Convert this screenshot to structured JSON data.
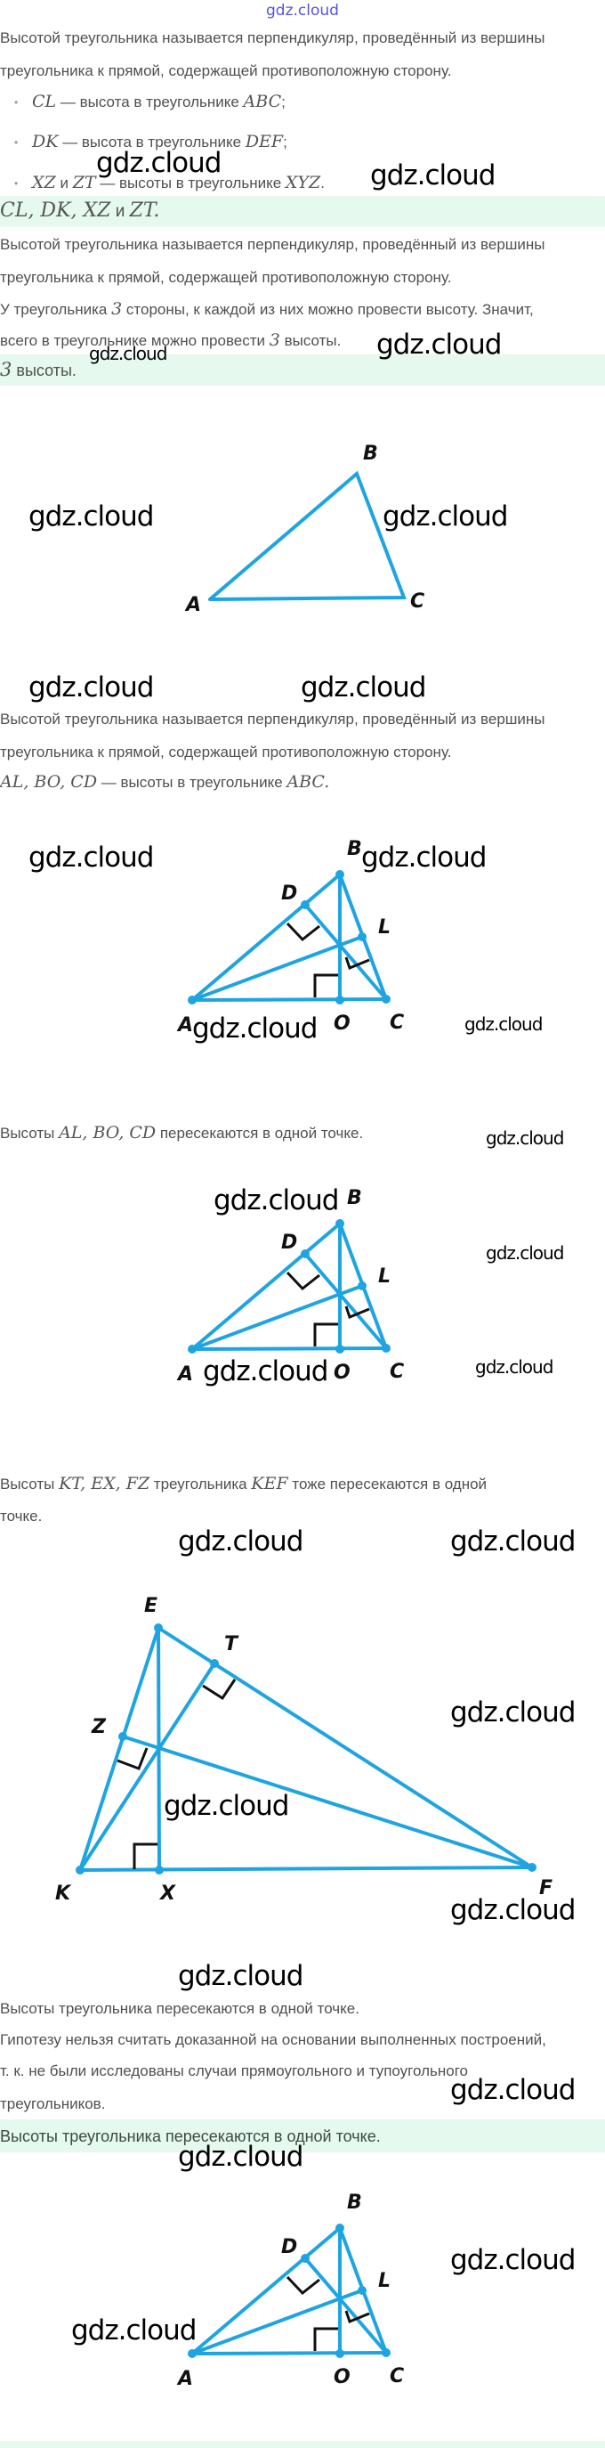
{
  "header": {
    "link": "gdz.cloud"
  },
  "watermark": "gdz.cloud",
  "block1": {
    "line1": "Высотой треугольника называется перпендикуляр, проведённый из вершины",
    "line2": "треугольника к прямой, содержащей противоположную сторону.",
    "bullets": [
      {
        "m1": "CL",
        "t": " — высота в треугольнике ",
        "m2": "ABC",
        "end": ";"
      },
      {
        "m1": "DK",
        "t": " — высота в треугольнике ",
        "m2": "DEF",
        "end": ";"
      },
      {
        "m1": "XZ",
        "t1": " и ",
        "m1b": "ZT",
        "t": " — высоты в треугольнике ",
        "m2": "XYZ",
        "end": "."
      }
    ],
    "answer": {
      "m1": "CL, DK, XZ",
      "t": " и ",
      "m2": "ZT",
      "end": "."
    }
  },
  "block2": {
    "line1": "Высотой треугольника называется перпендикуляр, проведённый из вершины",
    "line2": "треугольника к прямой, содержащей противоположную сторону.",
    "line3a": "У треугольника ",
    "n1": "3",
    "line3b": " стороны, к каждой из них можно провести высоту. Значит,",
    "line4a": "всего в треугольнике можно провести ",
    "n2": "3",
    "line4b": " высоты.",
    "answer": {
      "n": "3",
      "t": " высоты."
    }
  },
  "block3": {
    "line1": "Высотой треугольника называется перпендикуляр, проведённый из вершины",
    "line2": "треугольника к прямой, содержащей противоположную сторону.",
    "line3m": "AL,  BO,  CD",
    "line3t": " — высоты в треугольнике ",
    "line3m2": "ABC",
    "line3end": "."
  },
  "block4": {
    "t1": "Высоты ",
    "m": "AL,  BO,  CD",
    "t2": " пересекаются в одной точке."
  },
  "block5": {
    "t1": "Высоты ",
    "m1": "KT,  EX,  FZ",
    "t2": " треугольника ",
    "m2": "KEF",
    "t3": " тоже пересекаются в одной",
    "line2": "точке."
  },
  "block6": {
    "line1": "Высоты треугольника пересекаются в одной точке.",
    "line2": "Гипотезу нельзя считать доказанной на основании выполненных построений,",
    "line3": "т. к. не были исследованы случаи прямоугольного и тупоугольного",
    "line4": "треугольников.",
    "answer": "Высоты треугольника пересекаются в одной точке."
  },
  "figures": {
    "abc": {
      "A": "A",
      "B": "B",
      "C": "C",
      "D": "D",
      "L": "L",
      "O": "O"
    },
    "kef": {
      "E": "E",
      "T": "T",
      "Z": "Z",
      "K": "K",
      "X": "X",
      "F": "F"
    }
  },
  "colors": {
    "figure": "#1fa4e2",
    "answer_bg": "#e5f9ee",
    "link": "#5555dd"
  }
}
